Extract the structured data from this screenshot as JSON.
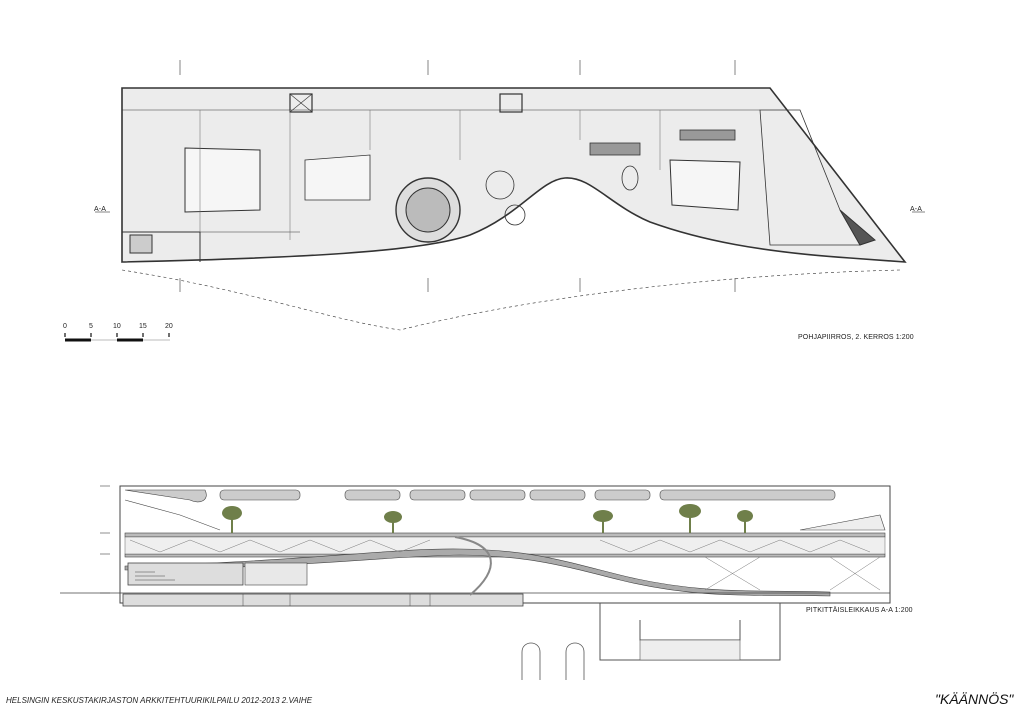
{
  "plan": {
    "title": "POHJAPIIRROS, 2. KERROS 1:200",
    "section_marker_left": "A-A",
    "section_marker_right": "A-A"
  },
  "scale_bar": {
    "ticks": [
      "0",
      "5",
      "10",
      "15",
      "20"
    ]
  },
  "section": {
    "title": "PITKITTÄISLEIKKAUS A-A 1:200"
  },
  "footer": {
    "competition": "HELSINGIN KESKUSTAKIRJASTON ARKKITEHTUURIKILPAILU 2012-2013   2.VAIHE",
    "project_name": "\"KÄÄNNÖS\""
  },
  "colors": {
    "line": "#333333",
    "fill": "#e6e6e6",
    "tree": "#6f7f4a"
  }
}
